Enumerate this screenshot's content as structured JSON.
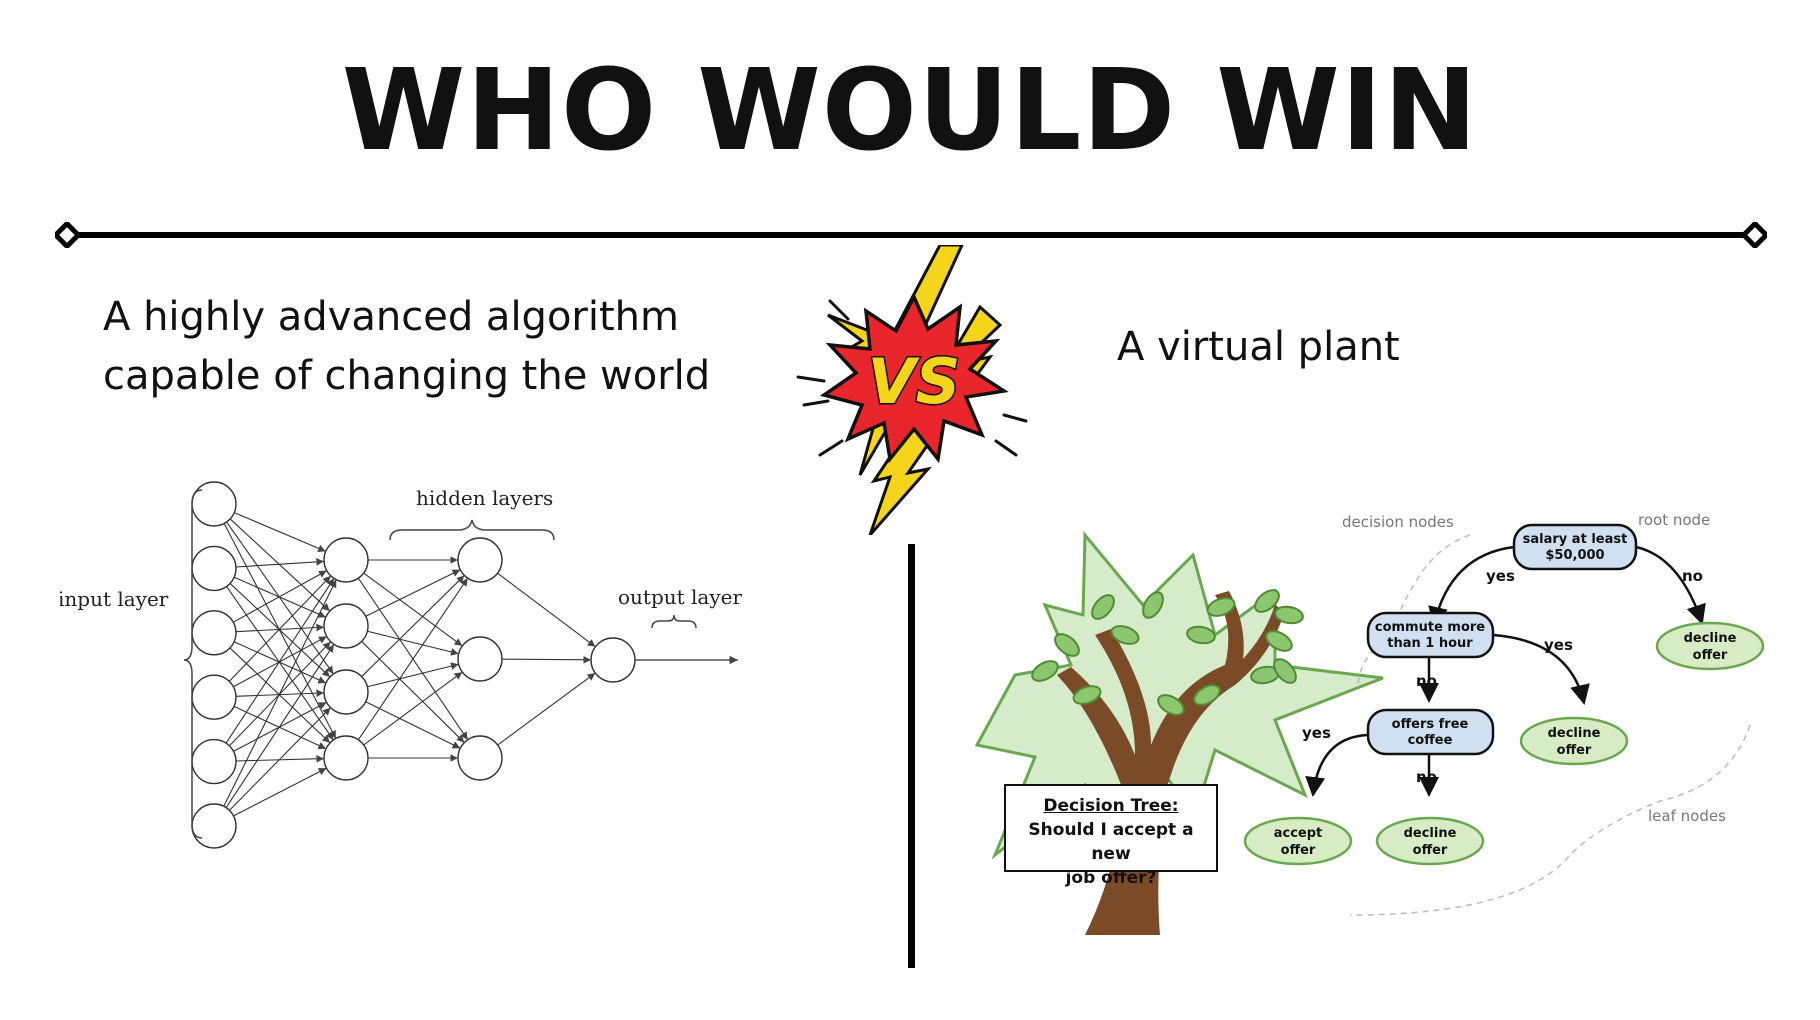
{
  "title": "WHO WOULD WIN",
  "left": {
    "caption_line1": "A highly advanced algorithm",
    "caption_line2": "capable of changing the world"
  },
  "vs": {
    "label": "VS",
    "colors": {
      "burst": "#e8262b",
      "bolt": "#f5d51c",
      "outline": "#111111"
    }
  },
  "right": {
    "caption": "A virtual plant"
  },
  "neural_network": {
    "labels": {
      "input_layer": "input layer",
      "hidden_layers": "hidden layers",
      "output_layer": "output layer"
    },
    "layers": [
      6,
      4,
      3,
      1
    ]
  },
  "decision_tree": {
    "box_title": "Decision Tree:",
    "box_line1": "Should I accept a new",
    "box_line2": "job offer?",
    "labels": {
      "decision_nodes": "decision nodes",
      "root_node": "root node",
      "leaf_nodes": "leaf nodes"
    },
    "nodes": {
      "root": [
        "salary at least",
        "$50,000"
      ],
      "commute": [
        "commute more",
        "than 1 hour"
      ],
      "coffee": [
        "offers free",
        "coffee"
      ],
      "decline1": [
        "decline",
        "offer"
      ],
      "decline2": [
        "decline",
        "offer"
      ],
      "decline3": [
        "decline",
        "offer"
      ],
      "accept": [
        "accept",
        "offer"
      ]
    },
    "edges": {
      "root_yes": "yes",
      "root_no": "no",
      "commute_yes": "yes",
      "commute_no": "no",
      "coffee_yes": "yes",
      "coffee_no": "no"
    },
    "colors": {
      "decision_fill": "#cfe0f0",
      "leaf_fill": "#d7ecc4",
      "leaf_stroke": "#6aa84f"
    }
  }
}
